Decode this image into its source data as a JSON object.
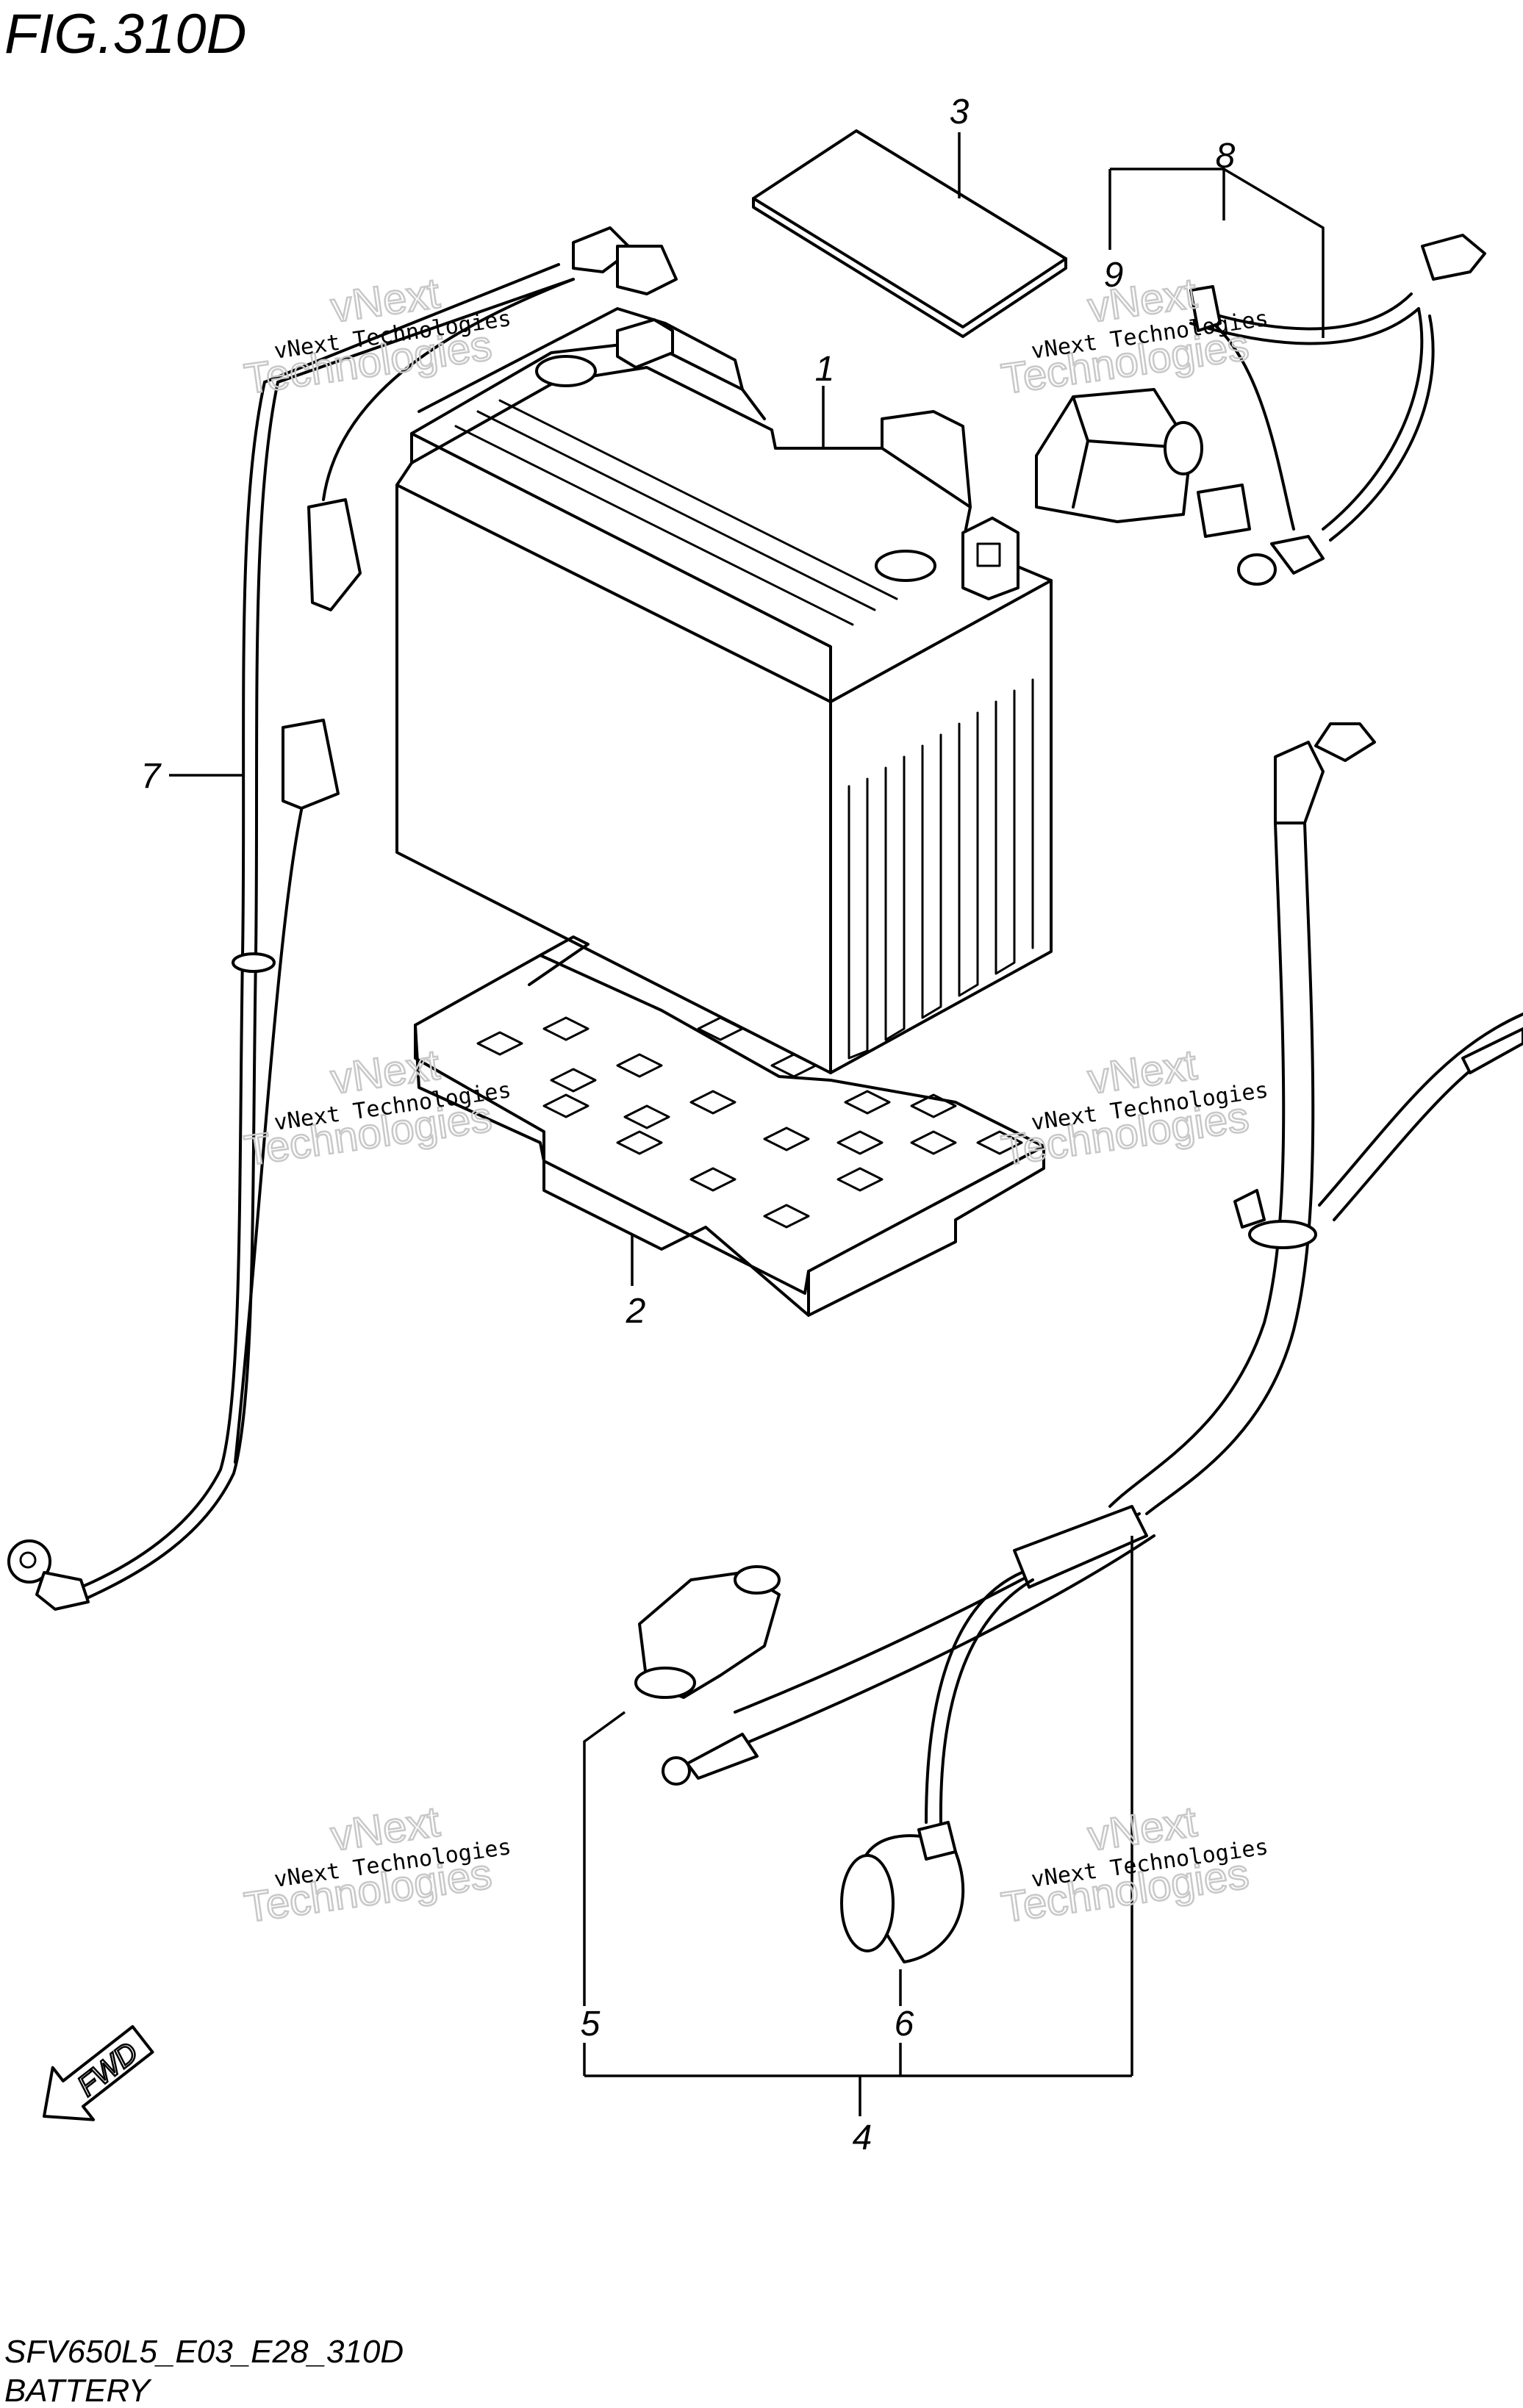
{
  "figure": {
    "title": "FIG.310D",
    "code": "SFV650L5_E03_E28_310D",
    "name": "BATTERY"
  },
  "callouts": [
    {
      "id": "1",
      "label": "1"
    },
    {
      "id": "2",
      "label": "2"
    },
    {
      "id": "3",
      "label": "3"
    },
    {
      "id": "4",
      "label": "4"
    },
    {
      "id": "5",
      "label": "5"
    },
    {
      "id": "6",
      "label": "6"
    },
    {
      "id": "7",
      "label": "7"
    },
    {
      "id": "8",
      "label": "8"
    },
    {
      "id": "9",
      "label": "9"
    }
  ],
  "watermark": {
    "line1": "vNext Technologies",
    "line2": "vNext",
    "line3": "Technologies"
  },
  "direction_badge": {
    "label": "FWD",
    "icon": "forward-arrow-icon"
  },
  "colors": {
    "ink": "#000000",
    "watermark": "#c8c8c8",
    "background": "#ffffff"
  }
}
